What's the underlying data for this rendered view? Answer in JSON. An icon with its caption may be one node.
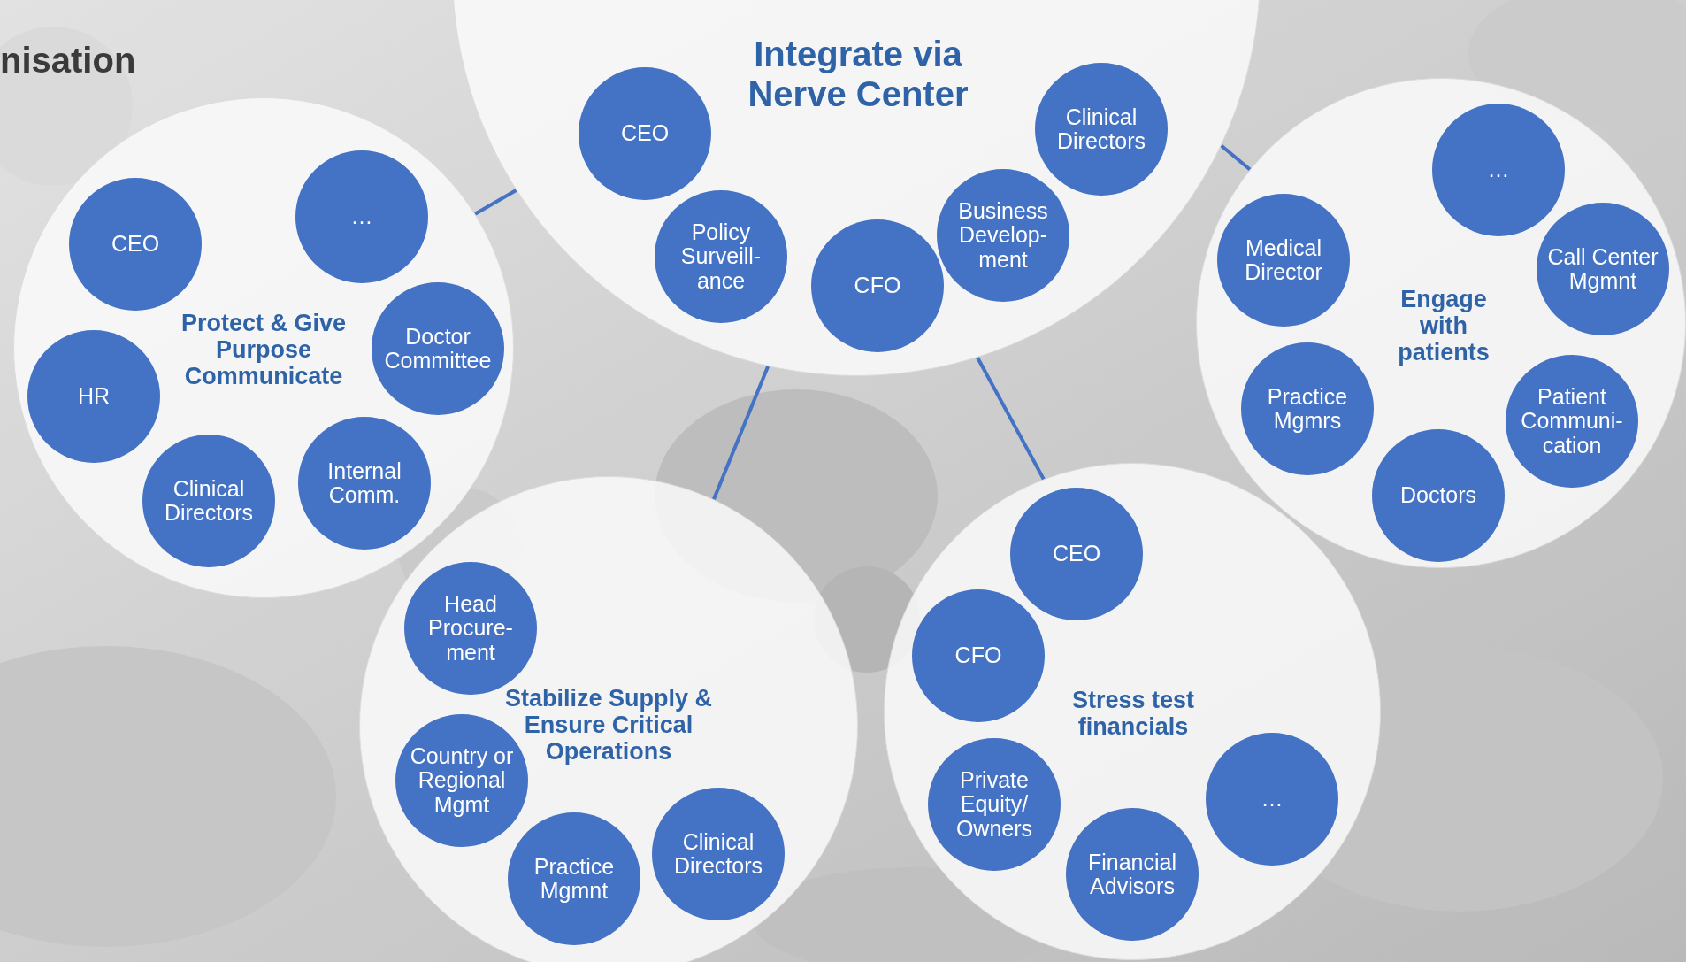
{
  "diagram": {
    "title": "nisation",
    "nodes": [
      {
        "text": [
          "Integrate via Nerve Center"
        ]
      },
      {
        "text": [
          "CEO"
        ],
        "in": 0
      },
      {
        "text": [
          "Clinical Directors"
        ],
        "in": 0
      },
      {
        "text": [
          "Policy Surveill-ance"
        ],
        "in": 0
      },
      {
        "text": [
          "CFO"
        ],
        "in": 0
      },
      {
        "text": [
          "Business Develop-ment"
        ],
        "in": 0
      },
      {
        "text": [
          "Protect & Give Purpose Communicate"
        ]
      },
      {
        "text": [
          "CEO"
        ],
        "in": 6
      },
      {
        "text": [
          "…"
        ],
        "in": 6
      },
      {
        "text": [
          "HR"
        ],
        "in": 6
      },
      {
        "text": [
          "Doctor Committee"
        ],
        "in": 6
      },
      {
        "text": [
          "Clinical Directors"
        ],
        "in": 6
      },
      {
        "text": [
          "Internal Comm."
        ],
        "in": 6
      },
      {
        "text": [
          "Engage with patients"
        ]
      },
      {
        "text": [
          "…"
        ],
        "in": 13
      },
      {
        "text": [
          "Medical Director"
        ],
        "in": 13
      },
      {
        "text": [
          "Call Center Mgmnt"
        ],
        "in": 13
      },
      {
        "text": [
          "Practice Mgmrs"
        ],
        "in": 13
      },
      {
        "text": [
          "Patient Communi-cation"
        ],
        "in": 13
      },
      {
        "text": [
          "Doctors"
        ],
        "in": 13
      },
      {
        "text": [
          "Stabilize Supply & Ensure Critical Operations"
        ]
      },
      {
        "text": [
          "Head Procure-ment"
        ],
        "in": 20
      },
      {
        "text": [
          "Country or Regional Mgmt"
        ],
        "in": 20
      },
      {
        "text": [
          "Practice Mgmnt"
        ],
        "in": 20
      },
      {
        "text": [
          "Clinical Directors"
        ],
        "in": 20
      },
      {
        "text": [
          "Stress test financials"
        ]
      },
      {
        "text": [
          "CEO"
        ],
        "in": 25
      },
      {
        "text": [
          "CFO"
        ],
        "in": 25
      },
      {
        "text": [
          "Private Equity/ Owners"
        ],
        "in": 25
      },
      {
        "text": [
          "Financial Advisors"
        ],
        "in": 25
      },
      {
        "text": [
          "…"
        ],
        "in": 25
      }
    ],
    "edges": [
      {
        "from": 0,
        "to": 6,
        "arrow": "none"
      },
      {
        "from": 0,
        "to": 13,
        "arrow": "none"
      },
      {
        "from": 0,
        "to": 20,
        "arrow": "none"
      },
      {
        "from": 0,
        "to": 25,
        "arrow": "none"
      }
    ]
  }
}
